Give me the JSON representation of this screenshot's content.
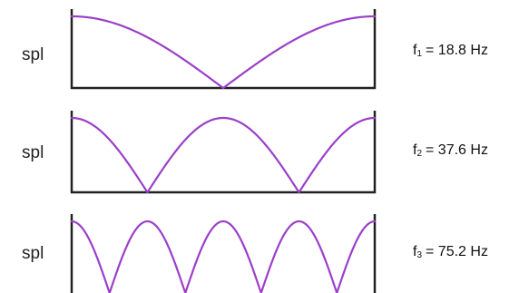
{
  "colors": {
    "wave": "#9b3fc9",
    "frame": "#222222"
  },
  "panels": [
    {
      "axis_label": "spl",
      "freq_symbol": "f",
      "freq_index": "1",
      "freq_value": "= 18.8 Hz",
      "harmonic": 1
    },
    {
      "axis_label": "spl",
      "freq_symbol": "f",
      "freq_index": "2",
      "freq_value": "= 37.6 Hz",
      "harmonic": 2
    },
    {
      "axis_label": "spl",
      "freq_symbol": "f",
      "freq_index": "3",
      "freq_value": "= 75.2 Hz",
      "harmonic": 4
    }
  ]
}
